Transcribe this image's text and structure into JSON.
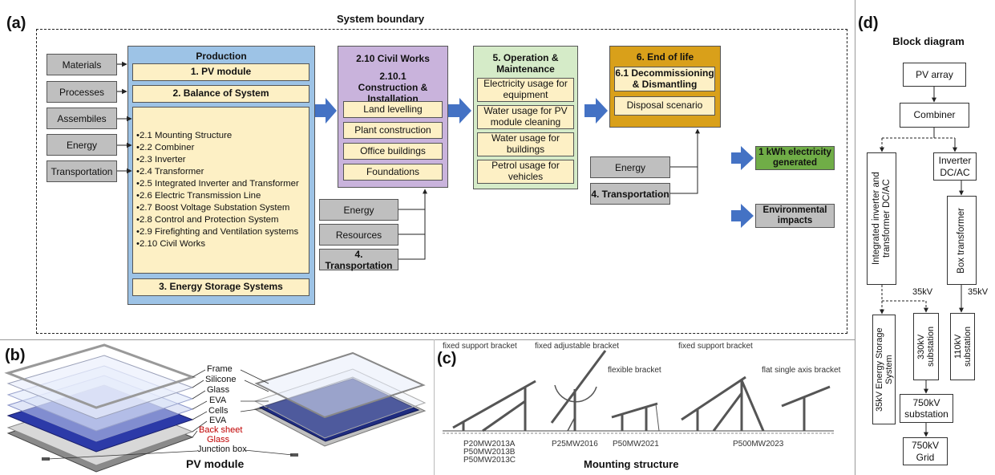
{
  "panel_a": {
    "label": "(a)",
    "boundary_title": "System boundary",
    "inputs": [
      "Materials",
      "Processes",
      "Assembiles",
      "Energy",
      "Transportation"
    ],
    "production": {
      "title": "Production",
      "pv_module": "1. PV module",
      "bos": "2. Balance of System",
      "items": [
        "•2.1 Mounting Structure",
        "•2.2 Combiner",
        "•2.3 Inverter",
        "•2.4 Transformer",
        "•2.5 Integrated Inverter and Transformer",
        "•2.6 Electric Transmission Line",
        "•2.7 Boost Voltage Substation System",
        "•2.8 Control and Protection System",
        "•2.9 Firefighting and Ventilation systems",
        "•2.10 Civil Works"
      ],
      "ess": "3. Energy Storage Systems"
    },
    "civil": {
      "title": "2.10 Civil Works",
      "subtitle": "2.10.1 Construction & Installation",
      "items": [
        "Land levelling",
        "Plant construction",
        "Office buildings",
        "Foundations"
      ]
    },
    "civil_inputs": {
      "energy": "Energy",
      "resources": "Resources",
      "transport": "4. Transportation"
    },
    "om": {
      "title": "5. Operation & Maintenance",
      "items": [
        "Electricity usage for equipment",
        "Water usage for PV module cleaning",
        "Water usage for buildings",
        "Petrol usage for vehicles"
      ]
    },
    "eol": {
      "title": "6. End of life",
      "subtitle": "6.1 Decommissioning & Dismantling",
      "item": "Disposal scenario"
    },
    "eol_inputs": {
      "energy": "Energy",
      "transport": "4. Transportation"
    },
    "outputs": {
      "electricity": "1 kWh electricity generated",
      "impacts": "Environmental impacts"
    }
  },
  "panel_b": {
    "label": "(b)",
    "caption": "PV module",
    "layers": [
      "Frame",
      "Silicone",
      "Glass",
      "EVA",
      "Cells",
      "EVA",
      "Back sheet",
      "Glass",
      "Junction box"
    ]
  },
  "panel_c": {
    "label": "(c)",
    "caption": "Mounting structure",
    "bracket_labels": [
      "fixed support bracket",
      "fixed adjustable bracket",
      "flexible bracket",
      "fixed support bracket",
      "flat single axis bracket"
    ],
    "codes": [
      "P20MW2013A",
      "P50MW2013B",
      "P50MW2013C",
      "P25MW2016",
      "P50MW2021",
      "P500MW2023"
    ]
  },
  "panel_d": {
    "label": "(d)",
    "title": "Block diagram",
    "pv_array": "PV array",
    "combiner": "Combiner",
    "inverter": "Inverter DC/AC",
    "integrated": "Integrated inverter and transformer DC/AC",
    "box_transformer": "Box transformer",
    "v35_left": "35kV",
    "v35_right": "35kV",
    "ess": "35kV Energy Storage System",
    "sub330": "330kV substation",
    "sub110": "110kV substation",
    "sub750": "750kV substation",
    "grid": "750kV Grid"
  },
  "colors": {
    "production_blue": "#9dc3e6",
    "civil_purple": "#c9b3dc",
    "om_green": "#d5ebc8",
    "eol_gold": "#d9a01a",
    "output_green": "#70ad47",
    "arrow_blue": "#4472c4",
    "item_yellow": "#fdf0c5",
    "input_grey": "#bfbfbf"
  }
}
